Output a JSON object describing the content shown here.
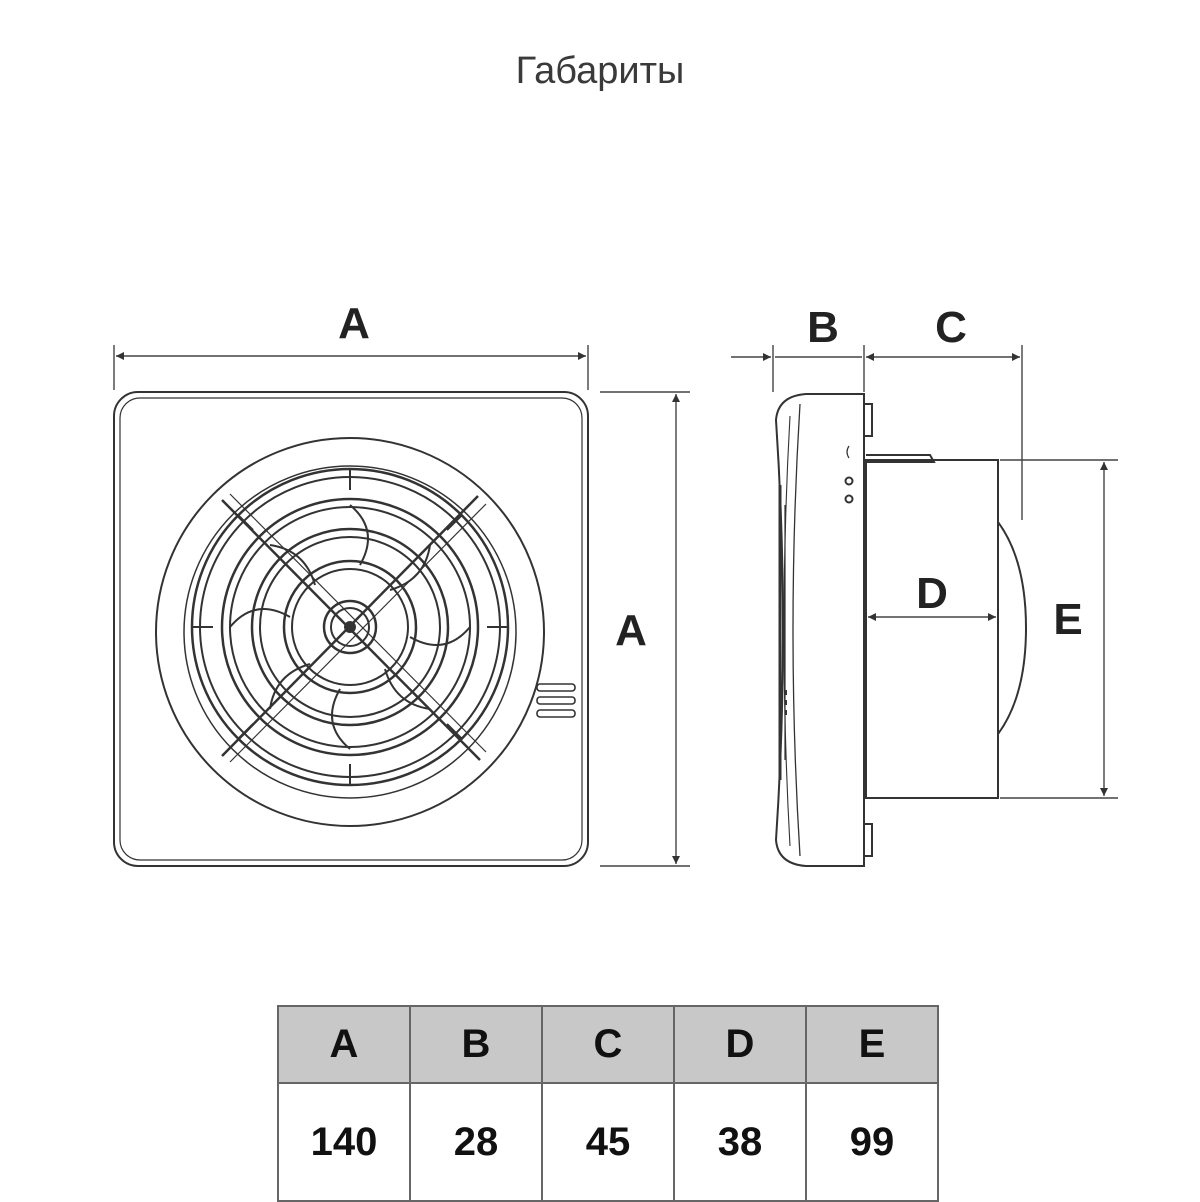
{
  "title": "Габариты",
  "diagram": {
    "front_labels": {
      "width": "A",
      "height": "A"
    },
    "side_labels": {
      "b": "B",
      "c": "C",
      "d": "D",
      "e": "E"
    }
  },
  "table": {
    "headers": [
      "A",
      "B",
      "C",
      "D",
      "E"
    ],
    "values": [
      "140",
      "28",
      "45",
      "38",
      "99"
    ]
  }
}
